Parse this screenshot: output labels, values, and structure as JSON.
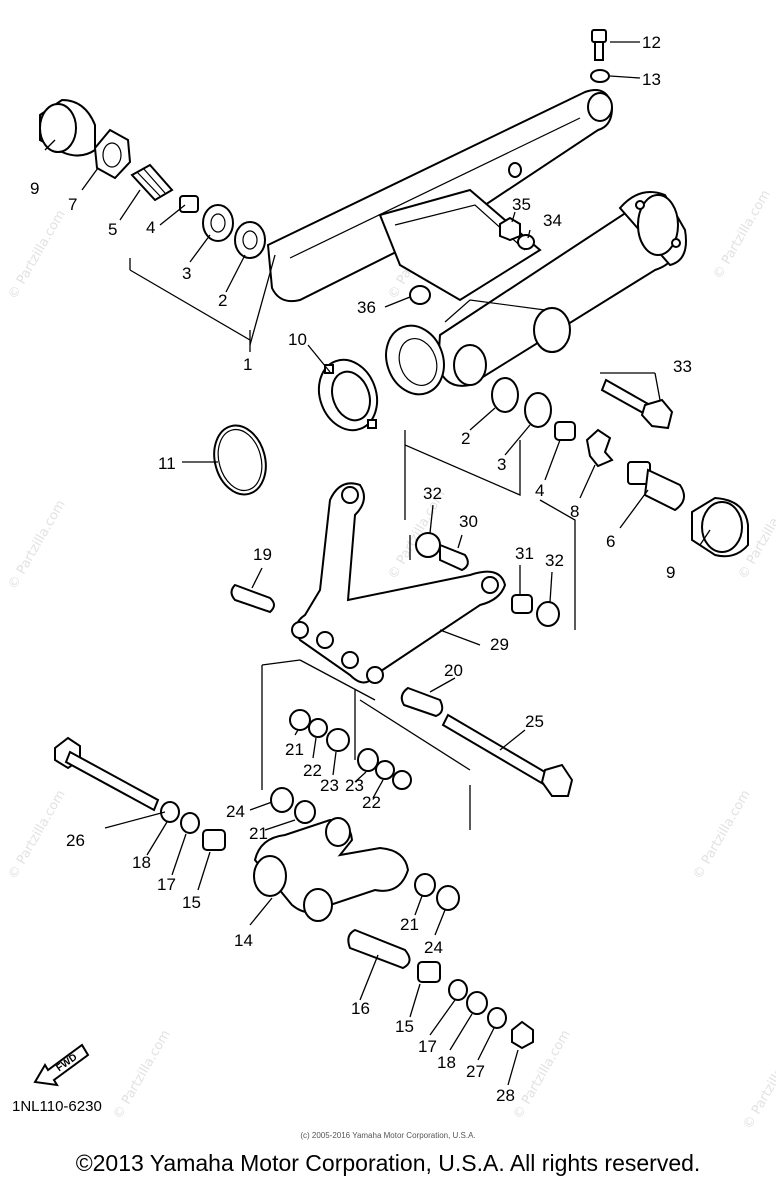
{
  "diagram": {
    "code": "1NL110-6230",
    "small_copyright": "(c) 2005-2016 Yamaha Motor Corporation, U.S.A.",
    "copyright": "©2013 Yamaha Motor Corporation, U.S.A. All rights reserved.",
    "fwd_label": "FWD",
    "watermark": "© Partzilla.com",
    "callouts": [
      "12",
      "13",
      "9",
      "7",
      "5",
      "35",
      "34",
      "4",
      "3",
      "2",
      "1",
      "36",
      "10",
      "33",
      "2",
      "3",
      "4",
      "8",
      "11",
      "32",
      "30",
      "6",
      "9",
      "19",
      "31",
      "32",
      "29",
      "20",
      "25",
      "21",
      "22",
      "23",
      "23",
      "22",
      "24",
      "21",
      "26",
      "18",
      "17",
      "15",
      "14",
      "21",
      "24",
      "16",
      "15",
      "17",
      "18",
      "27",
      "28"
    ]
  }
}
